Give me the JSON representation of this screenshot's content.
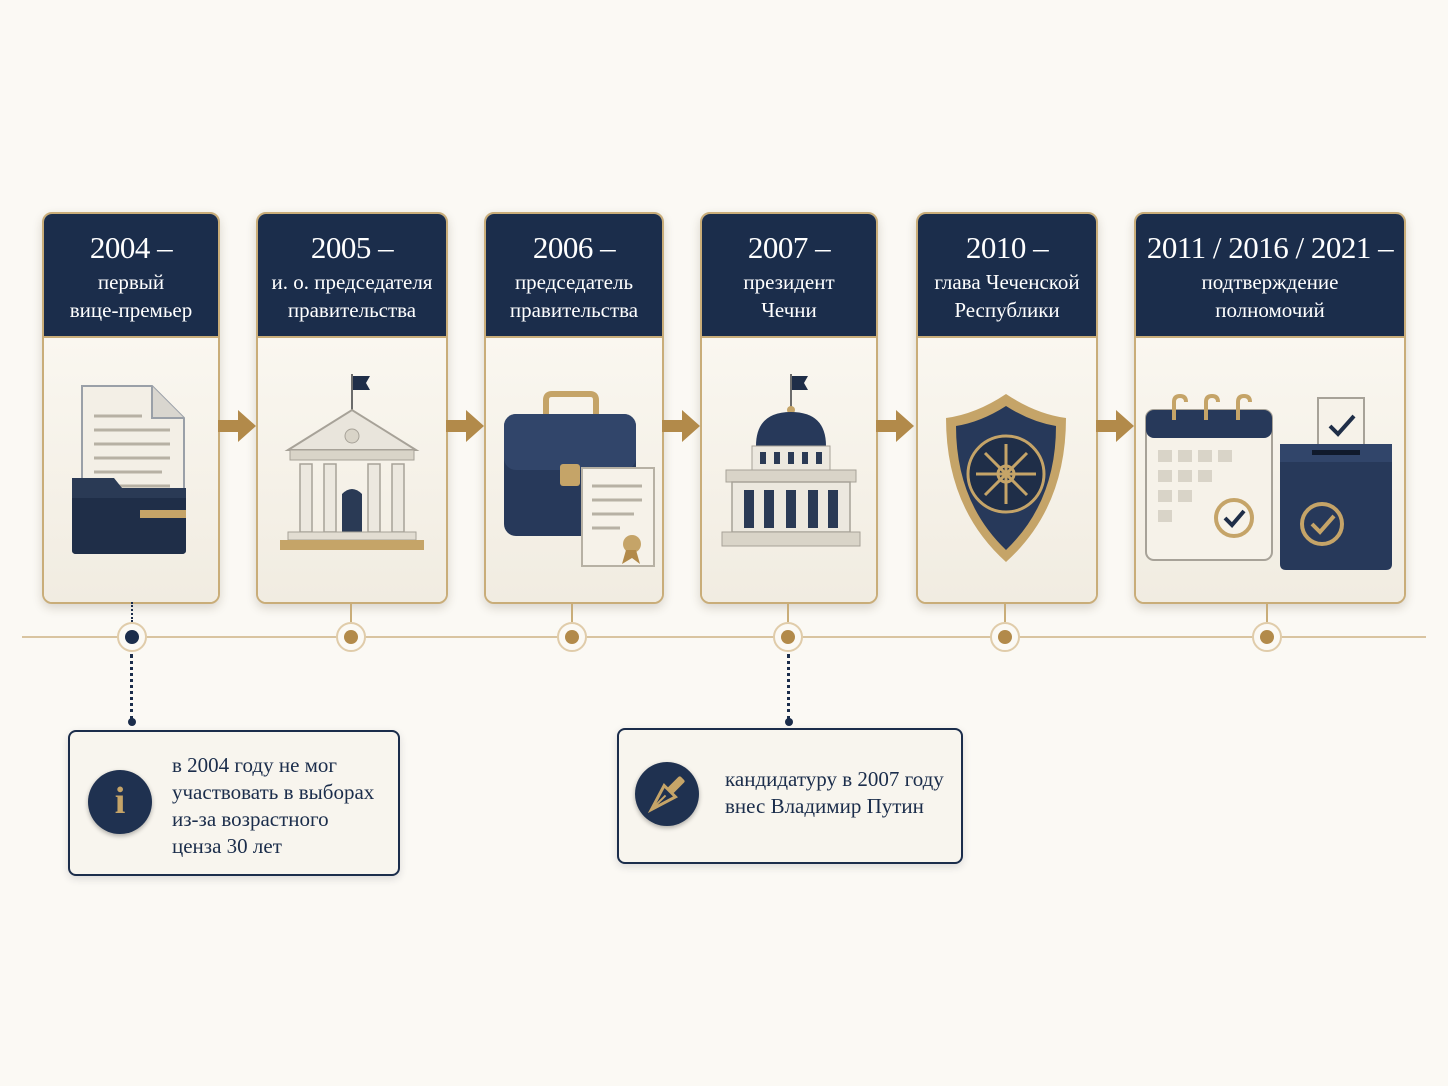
{
  "milestones": [
    {
      "year": "2004 –",
      "role": "первый\nвице-премьер",
      "icon": "document-folder-icon"
    },
    {
      "year": "2005 –",
      "role": "и. о. председателя\nправительства",
      "icon": "government-building-icon"
    },
    {
      "year": "2006 –",
      "role": "председатель\nправительства",
      "icon": "briefcase-document-icon"
    },
    {
      "year": "2007 –",
      "role": "президент\nЧечни",
      "icon": "capitol-dome-icon"
    },
    {
      "year": "2010 –",
      "role": "глава Чеченской\nРеспублики",
      "icon": "emblem-shield-icon"
    },
    {
      "year": "2011 / 2016 / 2021 –",
      "role": "подтверждение\nполномочий",
      "icon": "calendar-ballot-box-icon"
    }
  ],
  "notes": [
    {
      "text": "в 2004 году не мог\nучаствовать в выборах\nиз-за возрастного\nценза 30 лет",
      "icon": "info-icon",
      "icon_glyph": "i"
    },
    {
      "text": "кандидатуру в 2007 году\nвнес Владимир Путин",
      "icon": "fountain-pen-icon"
    }
  ],
  "colors": {
    "navy": "#1b2d4b",
    "gold": "#b28a4a",
    "background": "#fbf9f4"
  }
}
